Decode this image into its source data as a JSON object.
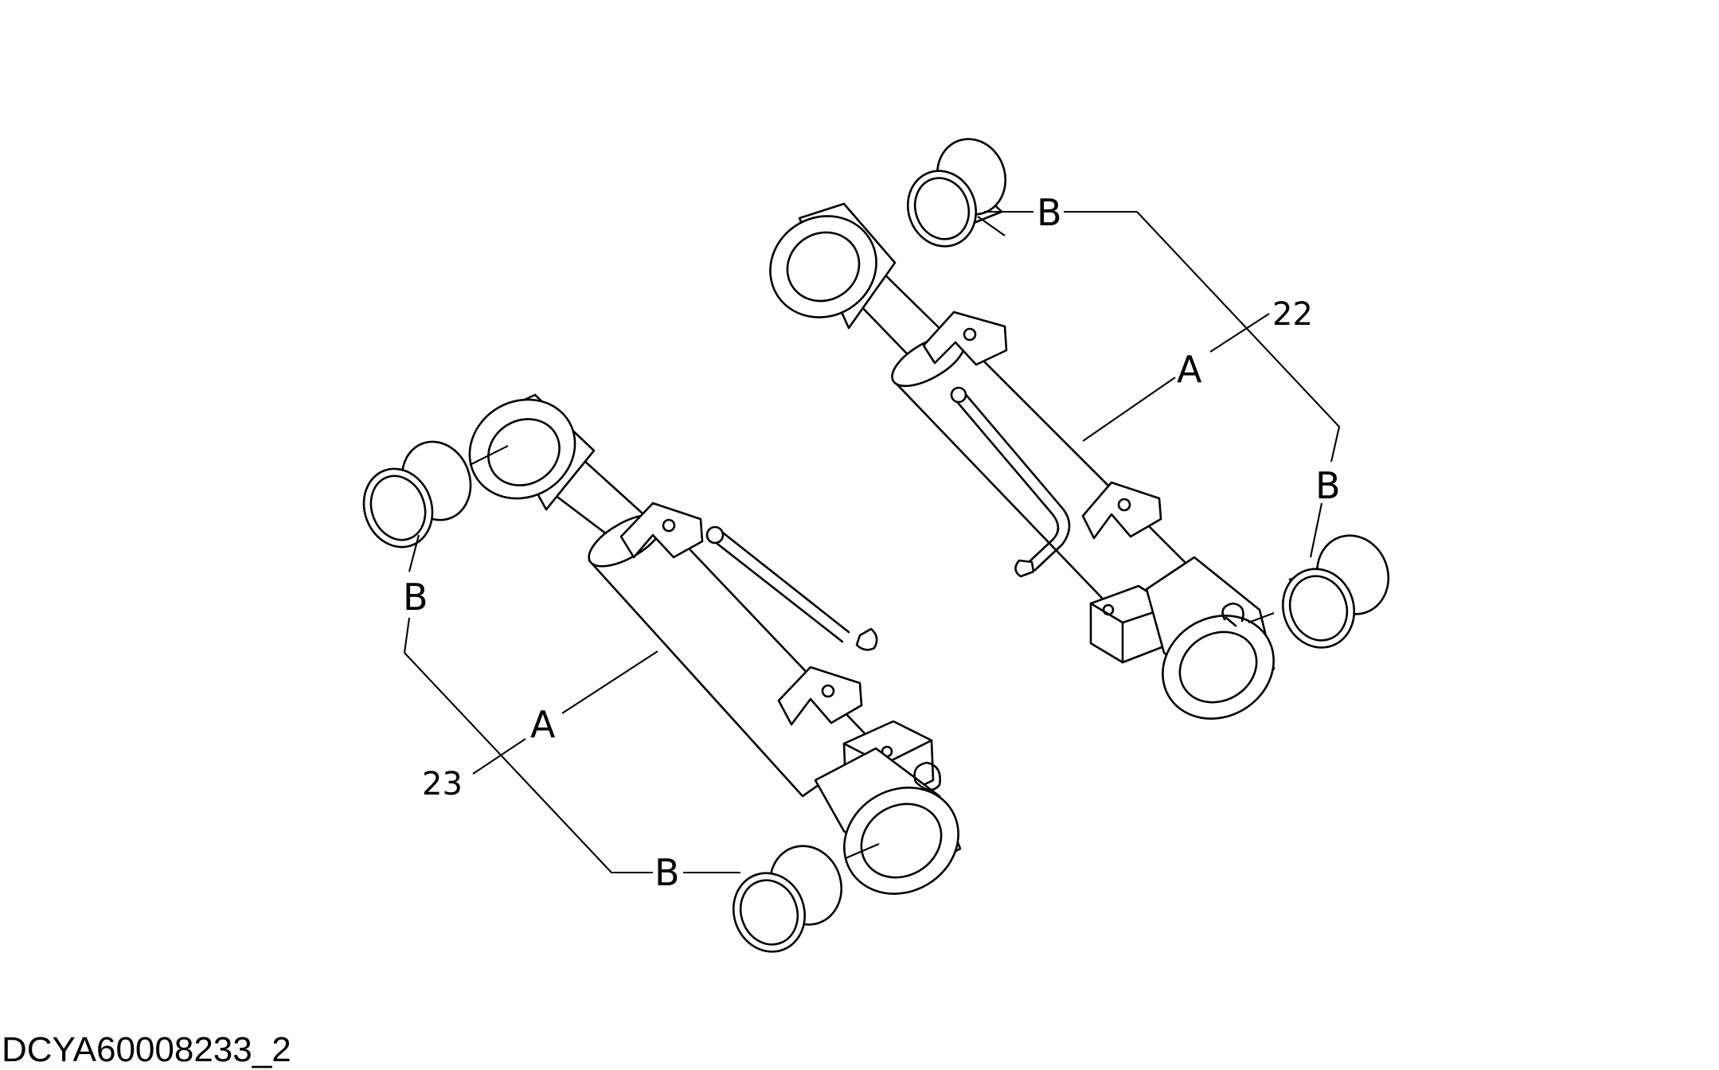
{
  "drawing_code": "DCYA60008233_2",
  "labels": {
    "A": "A",
    "B": "B",
    "part_22": "22",
    "part_23": "23"
  },
  "line_color": "#000000",
  "background_color": "#ffffff"
}
